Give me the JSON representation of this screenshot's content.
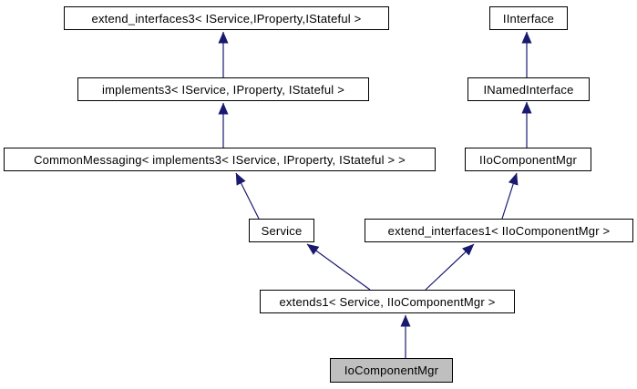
{
  "diagram": {
    "type": "class-inheritance-graph",
    "nodes": {
      "extend_interfaces3": {
        "label": "extend_interfaces3< IService,IProperty,IStateful >"
      },
      "iinterface": {
        "label": "IInterface"
      },
      "implements3": {
        "label": "implements3< IService, IProperty, IStateful >"
      },
      "inamedinterface": {
        "label": "INamedInterface"
      },
      "commonmessaging": {
        "label": "CommonMessaging< implements3< IService, IProperty, IStateful > >"
      },
      "iiocomponentmgr": {
        "label": "IIoComponentMgr"
      },
      "service": {
        "label": "Service"
      },
      "extend_interfaces1": {
        "label": "extend_interfaces1< IIoComponentMgr >"
      },
      "extends1": {
        "label": "extends1< Service, IIoComponentMgr >"
      },
      "iocomponentmgr": {
        "label": "IoComponentMgr",
        "highlighted": true
      }
    },
    "edges": [
      {
        "from": "implements3",
        "to": "extend_interfaces3"
      },
      {
        "from": "commonmessaging",
        "to": "implements3"
      },
      {
        "from": "service",
        "to": "commonmessaging"
      },
      {
        "from": "extends1",
        "to": "service"
      },
      {
        "from": "extends1",
        "to": "extend_interfaces1"
      },
      {
        "from": "extend_interfaces1",
        "to": "iiocomponentmgr"
      },
      {
        "from": "iiocomponentmgr",
        "to": "inamedinterface"
      },
      {
        "from": "inamedinterface",
        "to": "iinterface"
      },
      {
        "from": "iocomponentmgr",
        "to": "extends1"
      }
    ],
    "colors": {
      "arrow": "#191970",
      "node_border": "#000000",
      "node_fill": "#ffffff",
      "highlight_fill": "#bfbfbf",
      "text": "#000000",
      "background": "#ffffff"
    }
  }
}
